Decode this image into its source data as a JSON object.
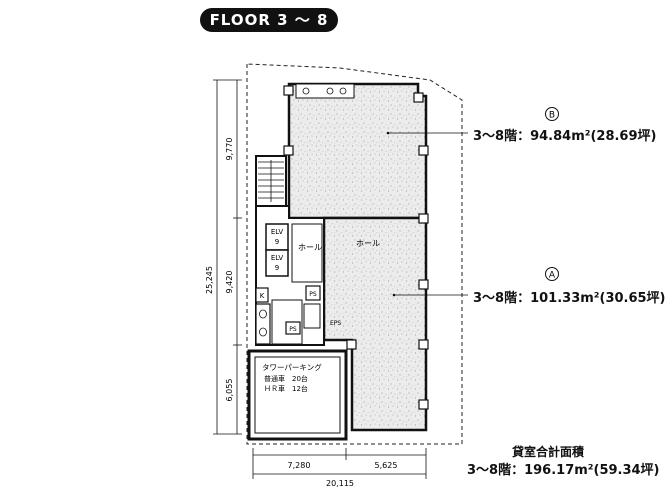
{
  "title": "FLOOR 3 ～ 8",
  "rooms": {
    "b": {
      "marker": "B",
      "area": "3～8階：94.84m²(28.69坪)"
    },
    "a": {
      "marker": "A",
      "area": "3～8階：101.33m²(30.65坪)"
    }
  },
  "labels": {
    "hall_small": "ホール",
    "hall_main": "ホール",
    "elv1_line1": "ELV",
    "elv1_line2": "9",
    "elv2_line1": "ELV",
    "elv2_line2": "9",
    "k": "K",
    "ps1": "PS",
    "ps2": "PS",
    "eps": "EPS",
    "parking_title": "タワーパーキング",
    "parking_line1": "普通車　20台",
    "parking_line2": "ＨＲ車　12台"
  },
  "dimensions": {
    "left_top": "9,770",
    "left_mid": "9,420",
    "left_bottom": "6,055",
    "left_total": "25,245",
    "bottom_left": "7,280",
    "bottom_right": "5,625",
    "bottom_total": "20,115"
  },
  "total": {
    "title": "貸室合計面積",
    "area": "3～8階：196.17m²(59.34坪)"
  },
  "colors": {
    "ink": "#111111",
    "speckle_fill": "#e2e2e2",
    "badge": "#111111"
  }
}
